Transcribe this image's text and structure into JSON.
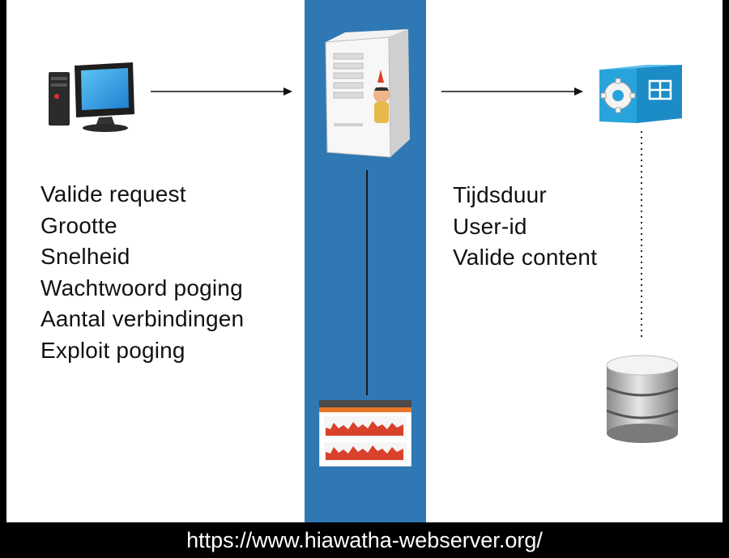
{
  "client": {
    "checks": [
      "Valide request",
      "Grootte",
      "Snelheid",
      "Wachtwoord poging",
      "Aantal verbindingen",
      "Exploit poging"
    ]
  },
  "backend": {
    "checks": [
      "Tijdsduur",
      "User-id",
      "Valide content"
    ]
  },
  "footer": {
    "url": "https://www.hiawatha-webserver.org/"
  },
  "colors": {
    "band": "#2f78b3",
    "background": "#ffffff",
    "frame": "#000000",
    "app_cube": "#29a3dc",
    "monitor_bars": "#d8412a",
    "monitor_header": "#e8772a"
  },
  "icons": [
    "desktop-computer-icon",
    "server-tower-icon",
    "application-cube-icon",
    "database-icon",
    "monitor-dashboard-icon"
  ]
}
